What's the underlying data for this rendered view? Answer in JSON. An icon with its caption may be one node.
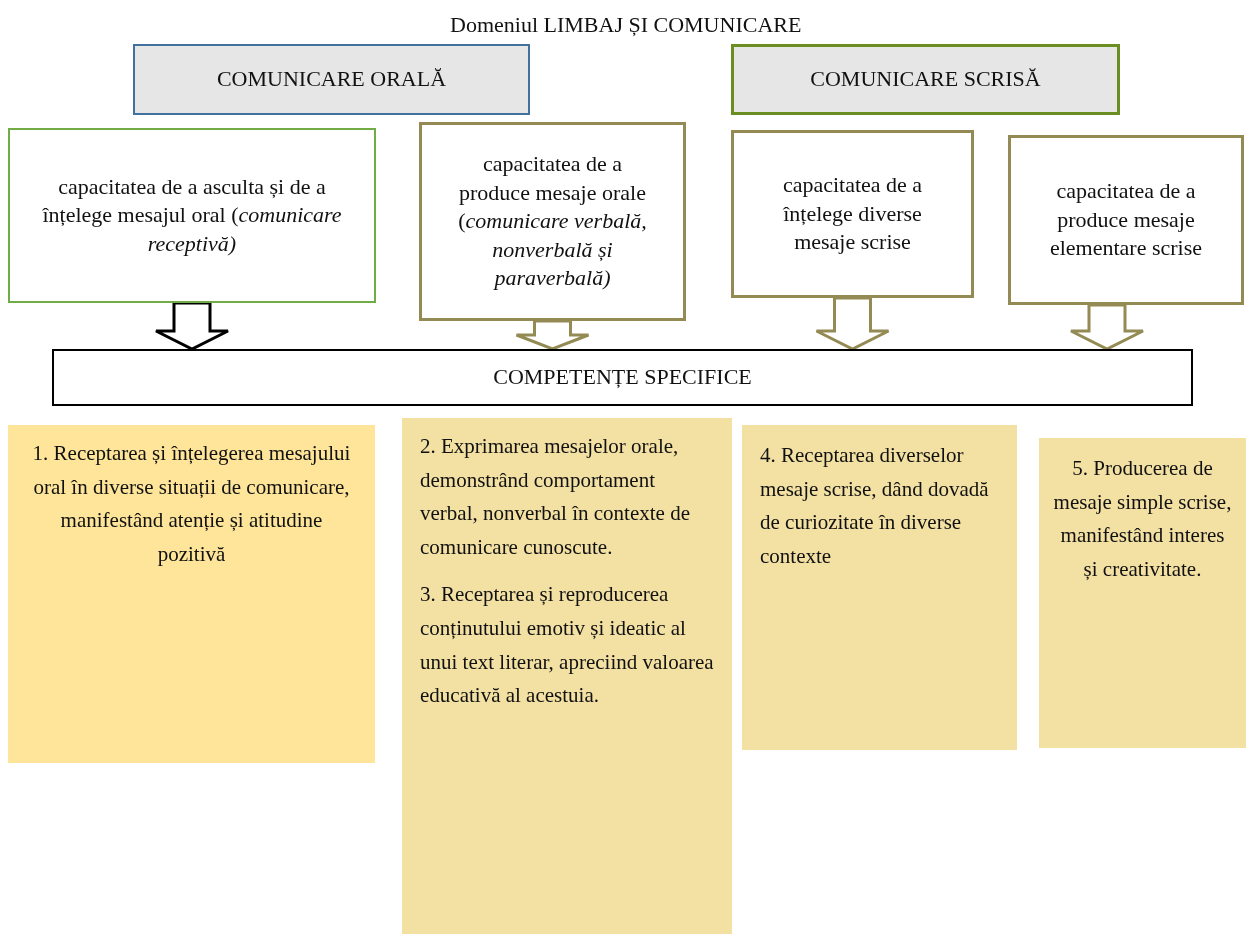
{
  "diagram": {
    "title": "Domeniul LIMBAJ ȘI COMUNICARE",
    "nodes": [
      {
        "text": [
          "COMUNICARE ORALĂ"
        ]
      },
      {
        "text": [
          "COMUNICARE SCRISĂ"
        ]
      },
      {
        "text": [
          "capacitatea de a asculta și de a înțelege mesajul oral (*comunicare receptivă)*"
        ]
      },
      {
        "text": [
          "capacitatea de a produce mesaje orale (*comunicare verbală, nonverbală și paraverbală)*"
        ]
      },
      {
        "text": [
          "capacitatea de a înțelege diverse mesaje scrise"
        ]
      },
      {
        "text": [
          "capacitatea de a produce mesaje elementare scrise"
        ]
      },
      {
        "text": [
          "COMPETENȚE SPECIFICE"
        ]
      },
      {
        "text": [
          "1. Receptarea și înțelegerea mesajului oral în diverse situații de comunicare, manifestând atenție și atitudine pozitivă"
        ]
      },
      {
        "text": [
          "2. Exprimarea mesajelor orale, demonstrând comportament verbal, nonverbal în contexte de comunicare cunoscute.",
          "3. Receptarea și reproducerea conținutului emotiv și ideatic al unui text literar, apreciind valoarea educativă al acestuia."
        ]
      },
      {
        "text": [
          "4. Receptarea diverselor mesaje scrise, dând dovadă de curiozitate în diverse contexte"
        ]
      },
      {
        "text": [
          "5. Producerea de mesaje simple scrise, manifestând interes și creativitate."
        ]
      }
    ],
    "edges": [
      {
        "from": 2,
        "to": 6,
        "arrow": "to",
        "color": "#000000"
      },
      {
        "from": 3,
        "to": 6,
        "arrow": "to"
      },
      {
        "from": 4,
        "to": 6,
        "arrow": "to"
      },
      {
        "from": 5,
        "to": 6,
        "arrow": "to"
      }
    ]
  }
}
